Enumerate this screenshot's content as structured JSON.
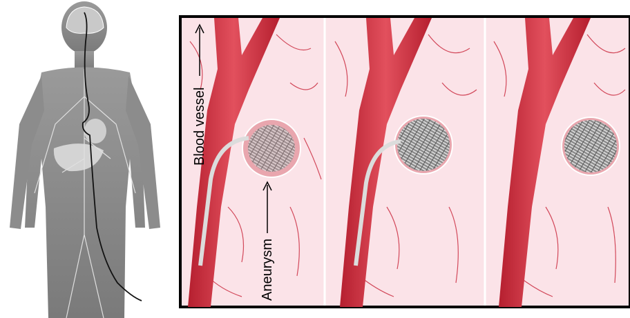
{
  "labels": {
    "blood_vessel": "Blood vessel",
    "aneurysm": "Aneurysm"
  },
  "colors": {
    "frame": "#000000",
    "tissue_background": "#fbe6ea",
    "capillary": "#d2485a",
    "artery": "#c8283a",
    "coil": "#b9b9b9",
    "body_silhouette": "#8a8a8a"
  },
  "panels": [
    {
      "name": "coil-insertion",
      "coil_state": "partial"
    },
    {
      "name": "coil-filling",
      "coil_state": "full"
    },
    {
      "name": "coil-complete",
      "coil_state": "sealed"
    }
  ]
}
